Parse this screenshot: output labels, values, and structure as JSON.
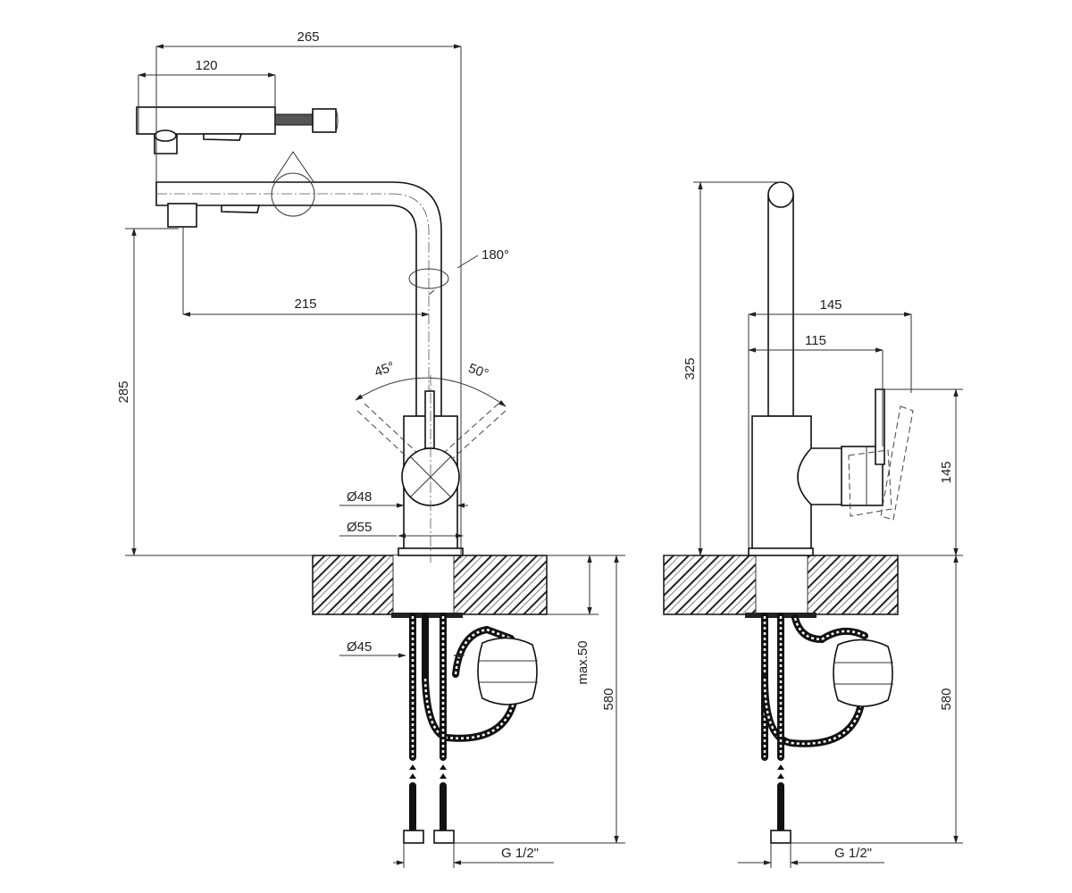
{
  "front_view": {
    "dim_total_width": "265",
    "dim_head_width": "120",
    "dim_rotation": "180°",
    "dim_spout_reach": "215",
    "dim_spout_height": "285",
    "dim_angle_left": "45°",
    "dim_angle_right": "50°",
    "dim_body_diameter": "Ø48",
    "dim_base_diameter": "Ø55",
    "dim_hole_diameter": "Ø45",
    "dim_max_thickness": "max.50",
    "dim_hose_length": "580",
    "dim_thread": "G 1/2\""
  },
  "side_view": {
    "dim_total_height": "325",
    "dim_lever_reach": "145",
    "dim_body_reach": "115",
    "dim_lever_height": "145",
    "dim_hose_length": "580",
    "dim_thread": "G 1/2\""
  }
}
